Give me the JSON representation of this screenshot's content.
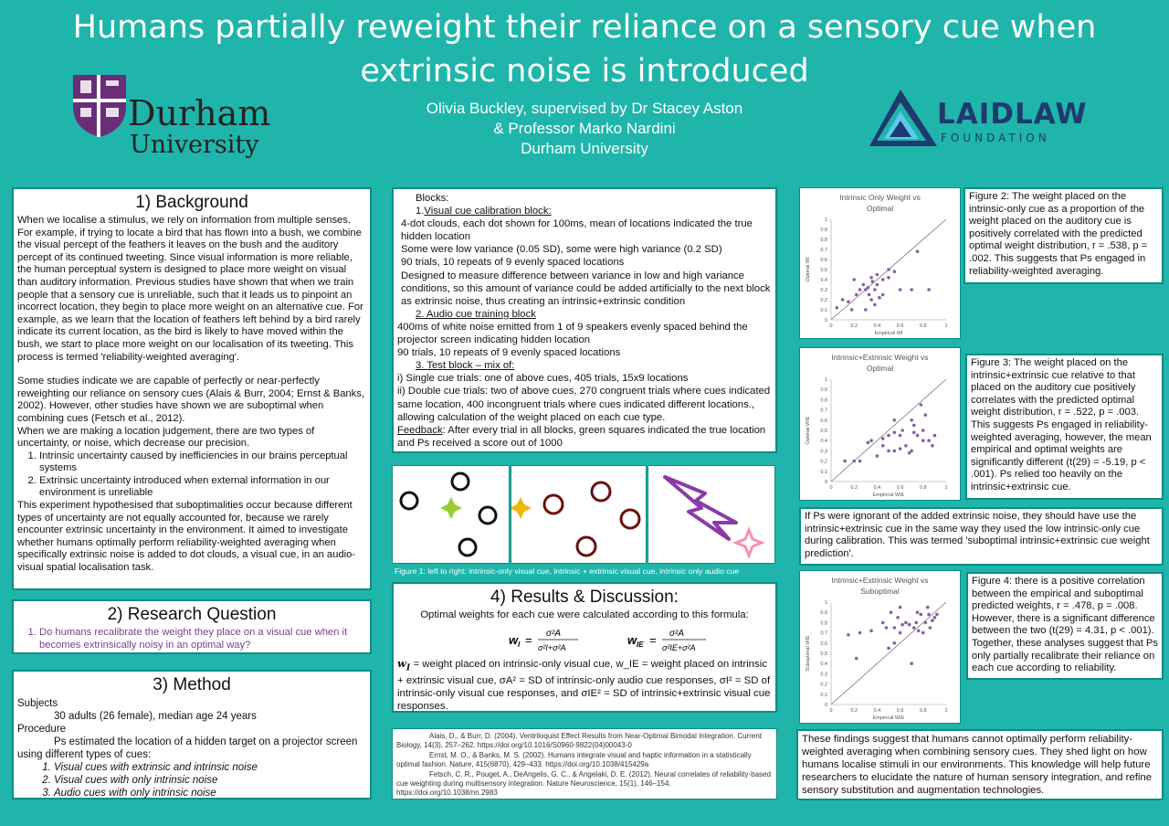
{
  "header": {
    "title_line1": "Humans partially reweight their reliance on a sensory cue when",
    "title_line2": "extrinsic noise is introduced",
    "authors_line1": "Olivia Buckley, supervised by Dr Stacey Aston",
    "authors_line2": "& Professor Marko Nardini",
    "authors_line3": "Durham University"
  },
  "logos": {
    "durham_line1": "Durham",
    "durham_line2": "University",
    "laidlaw_line1": "LAIDLAW",
    "laidlaw_line2": "FOUNDATION"
  },
  "background": {
    "heading": "1) Background",
    "para1": "When we localise a stimulus, we rely on information from multiple senses. For example, if trying to locate a bird that has flown into a bush, we combine the visual percept of the feathers it leaves on the bush and the auditory percept of its continued tweeting. Since visual information is more reliable, the human perceptual system is designed to place more weight on visual than auditory information. Previous studies have shown that when we train people that a sensory cue is unreliable, such that it leads us to pinpoint an incorrect location, they begin to place more weight on an alternative cue. For example, as we learn that the location of feathers left behind by a bird rarely indicate its current location, as the bird is likely to have moved within the bush, we start to place more weight on our localisation of its tweeting. This process is termed 'reliability-weighted averaging'.",
    "para2": "Some studies indicate we are capable of perfectly or near-perfectly reweighting our reliance on sensory cues (Alais & Burr, 2004; Ernst & Banks, 2002). However, other studies have shown we are suboptimal when combining cues (Fetsch et al., 2012).",
    "para3": "When we are making a location judgement, there are two types of uncertainty, or noise, which decrease our precision.",
    "list": [
      "Intrinsic uncertainty caused by inefficiencies in our brains perceptual systems",
      "Extrinsic uncertainty introduced when external information in our environment is unreliable"
    ],
    "para4": "This experiment hypothesised that suboptimalities occur because different types of uncertainty are not equally accounted for, because we rarely encounter extrinsic uncertainty in the environment. It aimed to investigate whether humans optimally perform reliability-weighted averaging when specifically extrinsic noise is added to dot clouds, a visual cue, in an audio-visual spatial localisation task."
  },
  "research_question": {
    "heading": "2) Research Question",
    "item": "Do humans recalibrate the weight they place on a visual cue when it becomes extrinsically noisy in an optimal way?"
  },
  "method": {
    "heading": "3) Method",
    "subjects_label": "Subjects",
    "subjects_text": "30 adults (26 female), median age 24 years",
    "procedure_label": "Procedure",
    "procedure_text": "Ps estimated the location of a hidden target on a projector screen using different types of cues:",
    "cues": [
      "Visual cues with extrinsic and intrinsic noise",
      "Visual cues with only intrinsic noise",
      "Audio cues with only intrinsic noise"
    ]
  },
  "blocks": {
    "heading": "Blocks:",
    "b1_title": "Visual cue calibration block:",
    "b1_lines": [
      "4-dot clouds, each dot shown for 100ms, mean of locations indicated the true hidden location",
      "Some were low variance (0.05 SD), some were high variance (0.2 SD)",
      "90 trials, 10 repeats of 9 evenly spaced locations",
      "Designed to measure difference between variance in low and high variance conditions, so this amount of variance could be added artificially to the next block as extrinsic noise, thus creating an intrinsic+extrinsic condition"
    ],
    "b2_title": "2.  Audio cue training block",
    "b2_lines": [
      "400ms of white noise emitted from 1 of 9 speakers evenly spaced behind the projector screen indicating hidden location",
      "90 trials, 10 repeats of 9 evenly spaced locations"
    ],
    "b3_title": "3.  Test block – mix of:",
    "b3_lines": [
      "i) Single cue trials: one of above cues, 405 trials, 15x9 locations",
      "ii) Double cue trials: two of above cues, 270 congruent trials where cues indicated same location, 400 incongruent trials where cues indicated different locations., allowing calculation of the weight placed on each cue type."
    ],
    "feedback_label": "Feedback",
    "feedback_text": ": After every trial in all blocks, green squares indicated the true location and Ps received a score out of 1000"
  },
  "figure1": {
    "caption": "Figure 1: left to right: intrinsic-only visual cue, intrinsic + extrinsic visual cue, intrinsic only audio cue"
  },
  "results": {
    "heading": "4) Results & Discussion:",
    "intro": "Optimal weights for each cue were calculated according to this formula:",
    "formula_wi": "w",
    "formula_wi_sub": "I",
    "formula_wie_sub": "IE",
    "definitions": "= weight placed on intrinsic-only visual cue, w_IE = weight placed on intrinsic + extrinsic visual cue, σA² = SD of intrinsic-only audio cue responses, σI² = SD of intrinsic-only visual cue responses, and σIE² = SD of intrinsic+extrinsic visual cue responses."
  },
  "references": [
    "Alais, D., & Burr, D. (2004). Ventriloquist Effect Results from Near-Optimal Bimodal Integration. Current Biology, 14(3), 257–262. https://doi.org/10.1016/S0960-9822(04)00043-0",
    "Ernst, M. O., & Banks, M. S. (2002). Humans integrate visual and haptic information in a statistically optimal fashion. Nature, 415(6870), 429–433. https://doi.org/10.1038/415429a",
    "Fetsch, C. R., Pouget, A., DeAngelis, G. C., & Angelaki, D. E. (2012). Neural correlates of reliability-based cue weighting during multisensory integration. Nature Neuroscience, 15(1), 146–154. https://doi.org/10.1038/nn.2983"
  ],
  "figure2_caption": "Figure 2: The weight placed on the intrinsic-only cue as a proportion of the weight placed on the auditory cue is positively correlated with the predicted optimal weight distribution, r = .538, p = .002. This suggests that Ps engaged in reliability-weighted averaging.",
  "figure3_caption": "Figure 3: The weight placed on the intrinsic+extrinsic cue relative to that placed on the auditory cue positively correlates with the predicted optimal weight distribution, r = .522, p = .003. This suggests Ps engaged in reliability-weighted averaging, however, the mean empirical and optimal weights are significantly different (t(29) = -5.19, p < .001). Ps relied too heavily on the intrinsic+extrinsic cue.",
  "suboptimal_note": "If Ps were ignorant of the added extrinsic noise, they should have use the intrinsic+extrinsic cue in the same way they used the low intrinsic-only cue during calibration. This was termed 'suboptimal intrinsic+extrinsic cue weight prediction'.",
  "figure4_caption": "Figure 4: there is a positive correlation between the empirical and suboptimal predicted weights, r = .478, p = .008. However, there is a significant difference between the two (t(29) = 4.31, p < .001). Together, these analyses suggest that Ps only partially recalibrate their reliance on each cue according to reliability.",
  "conclusion": "These findings suggest that humans cannot optimally perform reliability-weighted averaging when combining sensory cues. They shed light on how humans localise stimuli in our environments. This knowledge will help future researchers to elucidate the nature of human sensory integration, and refine sensory substitution and augmentation technologies.",
  "chart_data": [
    {
      "type": "scatter",
      "title": "Intrinsic Only Weight vs Optimal",
      "xlabel": "Empirical WI",
      "ylabel": "Optimal WI",
      "xlim": [
        0,
        1
      ],
      "ylim": [
        0,
        1
      ],
      "ticks": [
        0,
        0.2,
        0.4,
        0.6,
        0.8,
        1
      ],
      "yticks": [
        0,
        0.1,
        0.2,
        0.3,
        0.4,
        0.5,
        0.6,
        0.7,
        0.8,
        0.9,
        1
      ],
      "identity_line": true,
      "points": [
        [
          0.05,
          0.12
        ],
        [
          0.1,
          0.2
        ],
        [
          0.15,
          0.18
        ],
        [
          0.2,
          0.4
        ],
        [
          0.22,
          0.25
        ],
        [
          0.25,
          0.3
        ],
        [
          0.28,
          0.35
        ],
        [
          0.3,
          0.3
        ],
        [
          0.32,
          0.32
        ],
        [
          0.33,
          0.25
        ],
        [
          0.35,
          0.42
        ],
        [
          0.35,
          0.2
        ],
        [
          0.38,
          0.3
        ],
        [
          0.4,
          0.35
        ],
        [
          0.4,
          0.45
        ],
        [
          0.42,
          0.22
        ],
        [
          0.45,
          0.4
        ],
        [
          0.45,
          0.25
        ],
        [
          0.5,
          0.5
        ],
        [
          0.55,
          0.48
        ],
        [
          0.6,
          0.3
        ],
        [
          0.7,
          0.3
        ],
        [
          0.75,
          0.68
        ],
        [
          0.85,
          0.3
        ],
        [
          0.3,
          0.1
        ],
        [
          0.18,
          0.1
        ],
        [
          0.36,
          0.38
        ],
        [
          0.5,
          0.42
        ],
        [
          0.38,
          0.15
        ]
      ]
    },
    {
      "type": "scatter",
      "title": "Intrinsic+Extrinsic Weight vs Optimal",
      "xlabel": "Empirical WIE",
      "ylabel": "Optimal WIE",
      "xlim": [
        0,
        1
      ],
      "ylim": [
        0,
        1
      ],
      "ticks": [
        0,
        0.2,
        0.4,
        0.6,
        0.8,
        1
      ],
      "yticks": [
        0,
        0.1,
        0.2,
        0.3,
        0.4,
        0.5,
        0.6,
        0.7,
        0.8,
        0.9,
        1
      ],
      "identity_line": true,
      "points": [
        [
          0.12,
          0.2
        ],
        [
          0.2,
          0.2
        ],
        [
          0.25,
          0.2
        ],
        [
          0.32,
          0.38
        ],
        [
          0.35,
          0.4
        ],
        [
          0.4,
          0.25
        ],
        [
          0.45,
          0.42
        ],
        [
          0.5,
          0.45
        ],
        [
          0.5,
          0.3
        ],
        [
          0.55,
          0.3
        ],
        [
          0.55,
          0.6
        ],
        [
          0.6,
          0.45
        ],
        [
          0.62,
          0.5
        ],
        [
          0.65,
          0.35
        ],
        [
          0.68,
          0.28
        ],
        [
          0.7,
          0.3
        ],
        [
          0.72,
          0.55
        ],
        [
          0.72,
          0.48
        ],
        [
          0.75,
          0.45
        ],
        [
          0.78,
          0.75
        ],
        [
          0.8,
          0.4
        ],
        [
          0.82,
          0.65
        ],
        [
          0.85,
          0.4
        ],
        [
          0.88,
          0.35
        ],
        [
          0.9,
          0.45
        ],
        [
          0.45,
          0.35
        ],
        [
          0.6,
          0.32
        ],
        [
          0.7,
          0.6
        ],
        [
          0.8,
          0.5
        ],
        [
          0.55,
          0.48
        ]
      ]
    },
    {
      "type": "scatter",
      "title": "Intrinsic+Extrinsic Weight vs Suboptimal",
      "xlabel": "Empirical WIE",
      "ylabel": "Suboptimal WIE",
      "xlim": [
        0,
        1
      ],
      "ylim": [
        0,
        1
      ],
      "ticks": [
        0,
        0.2,
        0.4,
        0.6,
        0.8,
        1
      ],
      "yticks": [
        0,
        0.1,
        0.2,
        0.3,
        0.4,
        0.5,
        0.6,
        0.7,
        0.8,
        0.9,
        1
      ],
      "identity_line": true,
      "points": [
        [
          0.15,
          0.68
        ],
        [
          0.22,
          0.45
        ],
        [
          0.25,
          0.7
        ],
        [
          0.35,
          0.72
        ],
        [
          0.45,
          0.8
        ],
        [
          0.5,
          0.55
        ],
        [
          0.52,
          0.9
        ],
        [
          0.55,
          0.75
        ],
        [
          0.58,
          0.85
        ],
        [
          0.6,
          0.7
        ],
        [
          0.62,
          0.78
        ],
        [
          0.65,
          0.8
        ],
        [
          0.68,
          0.78
        ],
        [
          0.7,
          0.4
        ],
        [
          0.72,
          0.75
        ],
        [
          0.74,
          0.8
        ],
        [
          0.76,
          0.72
        ],
        [
          0.78,
          0.88
        ],
        [
          0.8,
          0.7
        ],
        [
          0.82,
          0.8
        ],
        [
          0.84,
          0.95
        ],
        [
          0.86,
          0.75
        ],
        [
          0.88,
          0.82
        ],
        [
          0.9,
          0.85
        ],
        [
          0.92,
          0.88
        ],
        [
          0.6,
          0.95
        ],
        [
          0.75,
          0.9
        ],
        [
          0.55,
          0.6
        ],
        [
          0.85,
          0.88
        ],
        [
          0.48,
          0.75
        ]
      ]
    }
  ]
}
